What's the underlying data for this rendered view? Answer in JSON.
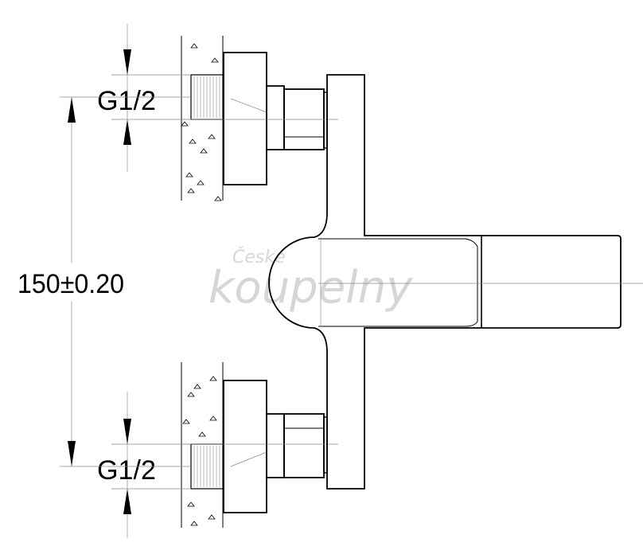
{
  "dimensions": {
    "top_thread": "G1/2",
    "bottom_thread": "G1/2",
    "center_distance": "150±0.20"
  },
  "watermark": {
    "line1": "České",
    "line2": "koupelny"
  },
  "colors": {
    "line": "#000000",
    "thin_line": "#8a8a8a",
    "watermark": "#d6d6d6"
  }
}
